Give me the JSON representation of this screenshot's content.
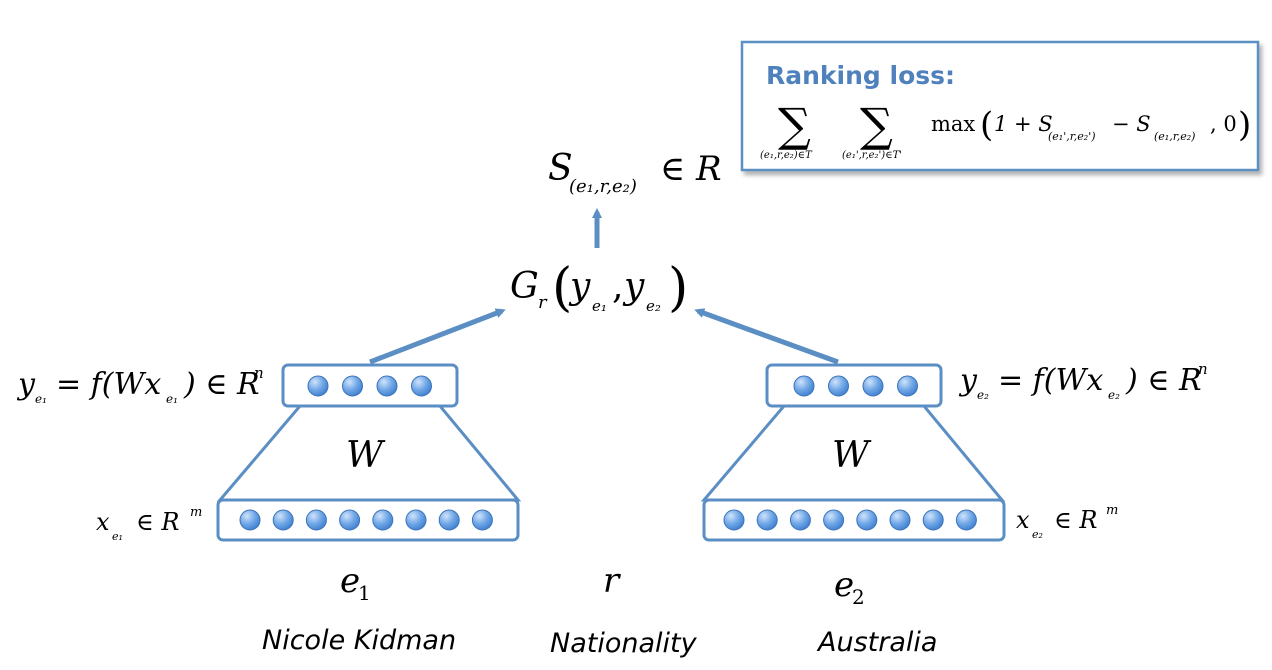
{
  "colors": {
    "box_stroke": "#5b8fc4",
    "arrow": "#5b8fc4",
    "node_fill": "#5c98de",
    "node_highlight": "#cfe3fb",
    "loss_title": "#4f81bd",
    "loss_border": "#5b8fc4"
  },
  "loss_box": {
    "title": "Ranking loss:",
    "sum1_subscript": "(e₁,r,e₂)∈T",
    "sum2_subscript": "(e₁',r,e₂')∈T'",
    "max_word": "max",
    "one_plus": "1 + S",
    "s_corrupt_sub": "(e₁',r,e₂')",
    "minus_s": "− S",
    "s_true_sub": "(e₁,r,e₂)",
    "zero_tail": ", 0"
  },
  "score": {
    "s_letter": "S",
    "subscript": "(e₁,r,e₂)",
    "in_r": "∈ R"
  },
  "composition": {
    "g_letter": "G",
    "g_sub": "r",
    "y1": "y",
    "y1_sub": "e₁",
    "comma": ",",
    "y2": "y",
    "y2_sub": "e₂"
  },
  "left": {
    "y_eq_lhs": "y",
    "y_eq_lhs_sub": "e₁",
    "y_eq_mid": "= f(Wx",
    "y_eq_mid_sub": "e₁",
    "y_eq_rhs": ") ∈ R",
    "y_eq_sup": "n",
    "w_label": "W",
    "x_lhs": "x",
    "x_sub": "e₁",
    "x_rhs": "∈ R",
    "x_sup": "m",
    "entity_symbol": "e",
    "entity_sub": "1",
    "entity_name": "Nicole Kidman",
    "top_nodes": 4,
    "bottom_nodes": 8
  },
  "relation": {
    "symbol": "r",
    "name": "Nationality"
  },
  "right": {
    "y_eq_lhs": "y",
    "y_eq_lhs_sub": "e₂",
    "y_eq_mid": "= f(Wx",
    "y_eq_mid_sub": "e₂",
    "y_eq_rhs": ") ∈ R",
    "y_eq_sup": "n",
    "w_label": "W",
    "x_lhs": "x",
    "x_sub": "e₂",
    "x_rhs": "∈ R",
    "x_sup": "m",
    "entity_symbol": "e",
    "entity_sub": "2",
    "entity_name": "Australia",
    "top_nodes": 4,
    "bottom_nodes": 8
  }
}
